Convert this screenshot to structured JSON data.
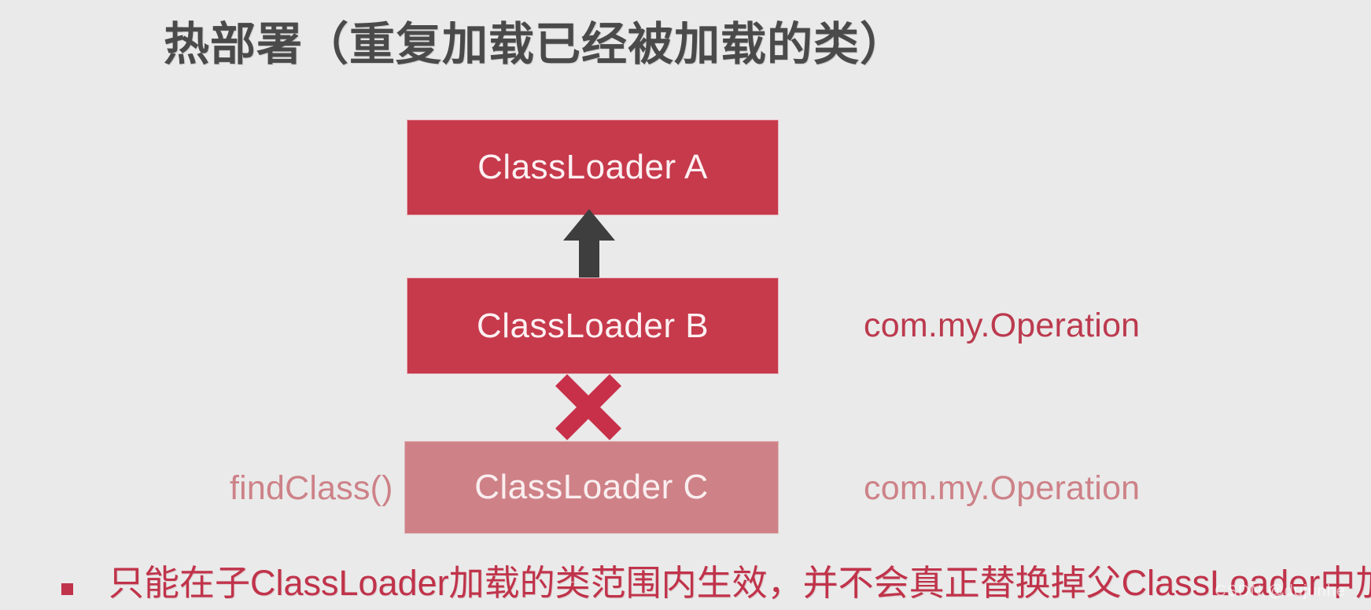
{
  "slide": {
    "background_color": "#eaeaea",
    "title": "热部署（重复加载已经被加载的类）"
  },
  "diagram": {
    "boxes": [
      {
        "id": "a",
        "label": "ClassLoader A",
        "color": "#c63a4c",
        "state": "active"
      },
      {
        "id": "b",
        "label": "ClassLoader B",
        "color": "#c63a4c",
        "state": "active"
      },
      {
        "id": "c",
        "label": "ClassLoader C",
        "color": "#ce8287",
        "state": "faded"
      }
    ],
    "connectors": [
      {
        "id": "delegate-up",
        "icon": "up-arrow-icon",
        "from": "ClassLoader B",
        "to": "ClassLoader A",
        "color": "#3e3e3e"
      },
      {
        "id": "blocked-link",
        "icon": "red-cross-icon",
        "from": "ClassLoader B",
        "to": "ClassLoader C",
        "color": "#c8304a"
      }
    ],
    "annotations": [
      {
        "id": "operation-b",
        "text": "com.my.Operation",
        "color": "#bc3a4e"
      },
      {
        "id": "operation-c",
        "text": "com.my.Operation",
        "color": "#cd8288"
      },
      {
        "id": "find-class",
        "text": "findClass()",
        "color": "#cd8288"
      }
    ]
  },
  "footer": {
    "bullet_text": "只能在子ClassLoader加载的类范围内生效，并不会真正替换掉父ClassLoader中加载的",
    "bullet_color": "#c0334a",
    "watermark": "CSDN @dujunhe"
  }
}
